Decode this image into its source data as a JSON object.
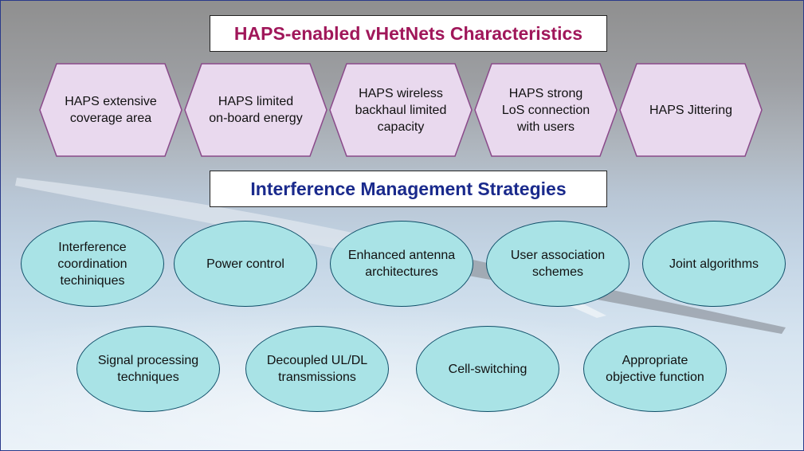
{
  "diagram": {
    "title_top": "HAPS-enabled vHetNets Characteristics",
    "title_middle": "Interference Management Strategies",
    "characteristics": [
      "HAPS extensive\ncoverage area",
      "HAPS limited\non-board energy",
      "HAPS wireless\nbackhaul limited\ncapacity",
      "HAPS strong\nLoS connection\nwith users",
      "HAPS Jittering"
    ],
    "strategies_row1": [
      "Interference\ncoordination\ntechiniques",
      "Power control",
      "Enhanced antenna\narchitectures",
      "User association\nschemes",
      "Joint algorithms"
    ],
    "strategies_row2": [
      "Signal processing\ntechniques",
      "Decoupled UL/DL\ntransmissions",
      "Cell-switching",
      "Appropriate\nobjective function"
    ]
  },
  "colors": {
    "top_title": "#a0175a",
    "middle_title": "#1a2a8c",
    "hex_fill": "#e9d9ee",
    "hex_stroke": "#8a4a8a",
    "ellipse_fill": "#a9e3e6",
    "ellipse_stroke": "#0f4e68"
  }
}
